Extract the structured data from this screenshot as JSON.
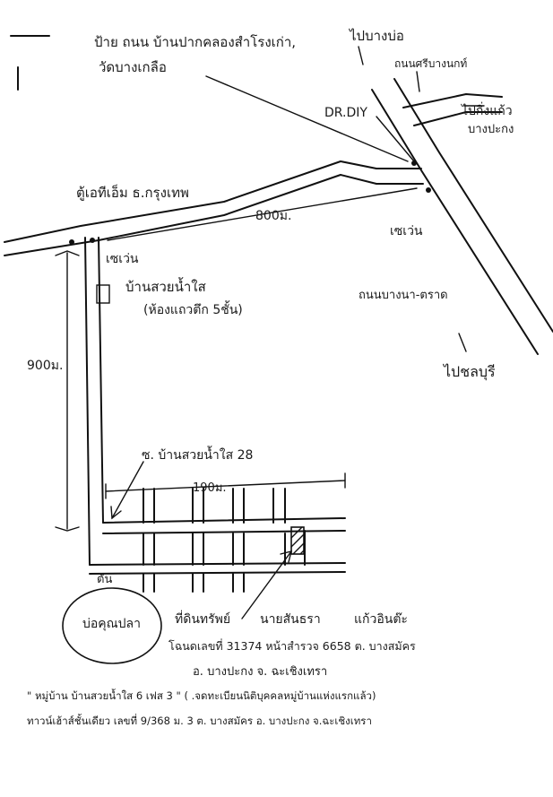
{
  "map": {
    "landmark_top": "ป้าย ถนน บ้านปากคลองสำโรงเก่า,",
    "landmark_top_2": "วัดบางเกลือ",
    "to_bangbo": "ไปบางบ่อ",
    "road_top_right": "ถนนศรีบางนกท์",
    "to_kingkaeo": "ไปกิ่งแก้ว",
    "to_kingkaeo_2": "บางปะกง",
    "dr_diy": "DR.DIY",
    "atm": "ตู้เอทีเอ็ม ธ.กรุงเทพ",
    "dist_800": "800ม.",
    "seven_right": "เซเว่น",
    "seven_left": "เซเว่น",
    "village_name": "บ้านสวยน้ำใส",
    "village_sub": "(ห้องแถวตึก 5ชั้น)",
    "main_road": "ถนนบางนา-ตราด",
    "to_chonburi": "ไปชลบุรี",
    "dist_900": "900ม.",
    "soi_label": "ซ. บ้านสวยน้ำใส 28",
    "dist_190": "190ม.",
    "dead_end": "ตัน"
  },
  "footer": {
    "circled": "บ่อคุณปลา",
    "line1_a": "ที่ดินทรัพย์",
    "line1_b": "นายสันธรา",
    "line1_c": "แก้วอินต๊ะ",
    "line2": "โฉนดเลขที่ 31374 หน้าสำรวจ 6658 ต. บางสมัคร",
    "line3": "อ. บางปะกง    จ. ฉะเชิงเทรา",
    "line4": "\" หมู่บ้าน  บ้านสวยน้ำใส 6 เฟส 3 \" ( .จดทะเบียนนิติบุคคลหมู่บ้านแห่งแรกแล้ว)",
    "line5": "ทาวน์เฮ้าส์ชั้นเดียว  เลขที่ 9/368  ม. 3  ต. บางสมัคร  อ. บางปะกง  จ.ฉะเชิงเทรา"
  }
}
